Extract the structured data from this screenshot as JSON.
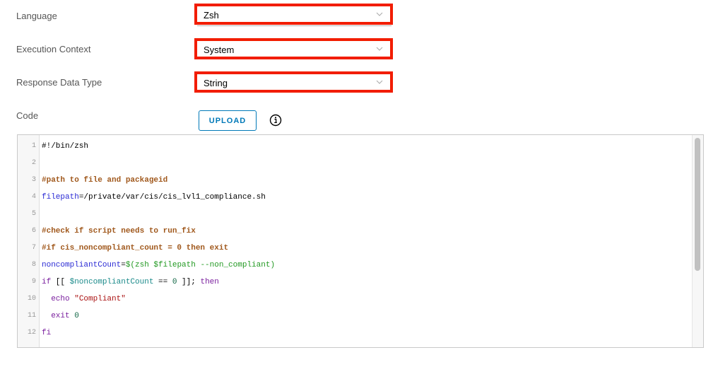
{
  "form": {
    "language": {
      "label": "Language",
      "value": "Zsh"
    },
    "execution_context": {
      "label": "Execution Context",
      "value": "System"
    },
    "response_data_type": {
      "label": "Response Data Type",
      "value": "String"
    },
    "code": {
      "label": "Code",
      "upload_label": "UPLOAD",
      "info_icon": "info-circle-icon"
    }
  },
  "highlight_color": "#f21d00",
  "accent_color": "#0079b8",
  "editor": {
    "lines": [
      {
        "n": "1",
        "tokens": [
          {
            "t": "#!/bin/zsh",
            "c": "plain"
          }
        ]
      },
      {
        "n": "2",
        "tokens": []
      },
      {
        "n": "3",
        "tokens": [
          {
            "t": "#path to file and packageid",
            "c": "comment"
          }
        ]
      },
      {
        "n": "4",
        "tokens": [
          {
            "t": "filepath",
            "c": "var"
          },
          {
            "t": "=/private/var/cis/cis_lvl1_compliance.sh",
            "c": "plain"
          }
        ]
      },
      {
        "n": "5",
        "tokens": []
      },
      {
        "n": "6",
        "tokens": [
          {
            "t": "#check if script needs to run_fix",
            "c": "comment"
          }
        ]
      },
      {
        "n": "7",
        "tokens": [
          {
            "t": "#if cis_noncompliant_count = 0 then exit",
            "c": "comment"
          }
        ]
      },
      {
        "n": "8",
        "tokens": [
          {
            "t": "noncompliantCount",
            "c": "var"
          },
          {
            "t": "=",
            "c": "plain"
          },
          {
            "t": "$(zsh $filepath --non_compliant)",
            "c": "str-sub"
          }
        ]
      },
      {
        "n": "9",
        "tokens": [
          {
            "t": "if",
            "c": "keyword"
          },
          {
            "t": " [[ ",
            "c": "plain"
          },
          {
            "t": "$noncompliantCount",
            "c": "dvar"
          },
          {
            "t": " == ",
            "c": "plain"
          },
          {
            "t": "0",
            "c": "num"
          },
          {
            "t": " ]]; ",
            "c": "plain"
          },
          {
            "t": "then",
            "c": "keyword"
          }
        ]
      },
      {
        "n": "10",
        "tokens": [
          {
            "t": "  ",
            "c": "plain"
          },
          {
            "t": "echo",
            "c": "keyword"
          },
          {
            "t": " ",
            "c": "plain"
          },
          {
            "t": "\"Compliant\"",
            "c": "string"
          }
        ]
      },
      {
        "n": "11",
        "tokens": [
          {
            "t": "  ",
            "c": "plain"
          },
          {
            "t": "exit",
            "c": "keyword"
          },
          {
            "t": " ",
            "c": "plain"
          },
          {
            "t": "0",
            "c": "num"
          }
        ]
      },
      {
        "n": "12",
        "tokens": [
          {
            "t": "fi",
            "c": "keyword"
          }
        ]
      }
    ]
  }
}
